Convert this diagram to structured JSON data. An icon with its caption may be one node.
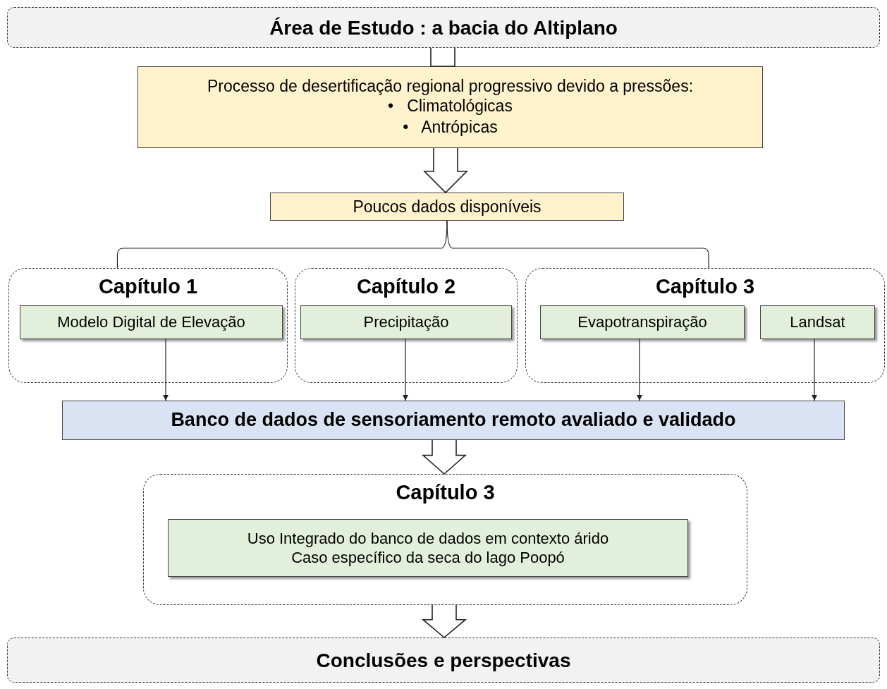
{
  "diagram": {
    "nodes": [
      {
        "text": [
          "Área de Estudo : a bacia do Altiplano"
        ]
      },
      {
        "text": [
          "Processo de desertificação regional progressivo devido a pressões:",
          "•   Climatológicas",
          "•   Antrópicas"
        ]
      },
      {
        "text": [
          "Poucos dados disponíveis"
        ]
      },
      {
        "text": [
          "Capítulo 1"
        ]
      },
      {
        "text": [
          "Modelo Digital de Elevação"
        ],
        "in": 3
      },
      {
        "text": [
          "Capítulo 2"
        ]
      },
      {
        "text": [
          "Precipitação"
        ],
        "in": 5
      },
      {
        "text": [
          "Capítulo 3"
        ]
      },
      {
        "text": [
          "Evapotranspiração"
        ],
        "in": 7
      },
      {
        "text": [
          "Landsat"
        ],
        "in": 7
      },
      {
        "text": [
          "Banco de dados de sensoriamento remoto avaliado e validado"
        ]
      },
      {
        "text": [
          "Capítulo 3"
        ]
      },
      {
        "text": [
          "Uso Integrado do banco de dados em contexto árido",
          "Caso específico da seca do lago Poopó"
        ],
        "in": 11
      },
      {
        "text": [
          "Conclusões e perspectivas"
        ]
      }
    ],
    "edges": [
      {
        "from": 0,
        "to": 1,
        "arrow": "none",
        "style": "thick"
      },
      {
        "from": 1,
        "to": 2,
        "arrow": "to",
        "style": "thick"
      },
      {
        "from": 2,
        "to": 3,
        "arrow": "none"
      },
      {
        "from": 2,
        "to": 7,
        "arrow": "none"
      },
      {
        "from": 4,
        "to": 10,
        "arrow": "to"
      },
      {
        "from": 6,
        "to": 10,
        "arrow": "to"
      },
      {
        "from": 8,
        "to": 10,
        "arrow": "to"
      },
      {
        "from": 9,
        "to": 10,
        "arrow": "to"
      },
      {
        "from": 10,
        "to": 11,
        "arrow": "to",
        "style": "thick"
      },
      {
        "from": 11,
        "to": 13,
        "arrow": "to",
        "style": "thick"
      }
    ]
  }
}
